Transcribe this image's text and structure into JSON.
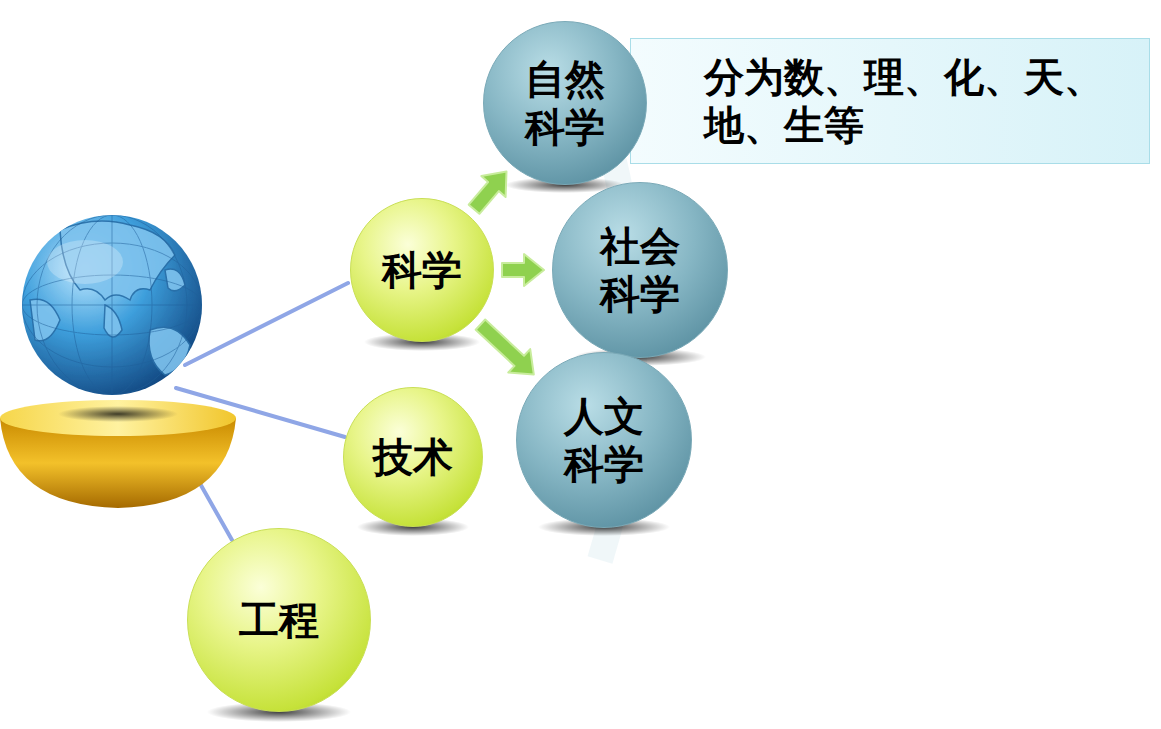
{
  "diagram": {
    "nodes": [
      {
        "text": [
          "科学"
        ]
      },
      {
        "text": [
          "技术"
        ]
      },
      {
        "text": [
          "工程"
        ]
      },
      {
        "text": [
          "自然 科学"
        ]
      },
      {
        "text": [
          "分为数、理、化、天、 地、生等"
        ]
      },
      {
        "text": [
          "社会 科学"
        ]
      },
      {
        "text": [
          "人文 科学"
        ]
      }
    ],
    "edges": [
      {
        "from": 0,
        "to": 3,
        "arrow": "to"
      },
      {
        "from": 0,
        "to": 5,
        "arrow": "to"
      },
      {
        "from": 0,
        "to": 6,
        "arrow": "to"
      }
    ]
  }
}
